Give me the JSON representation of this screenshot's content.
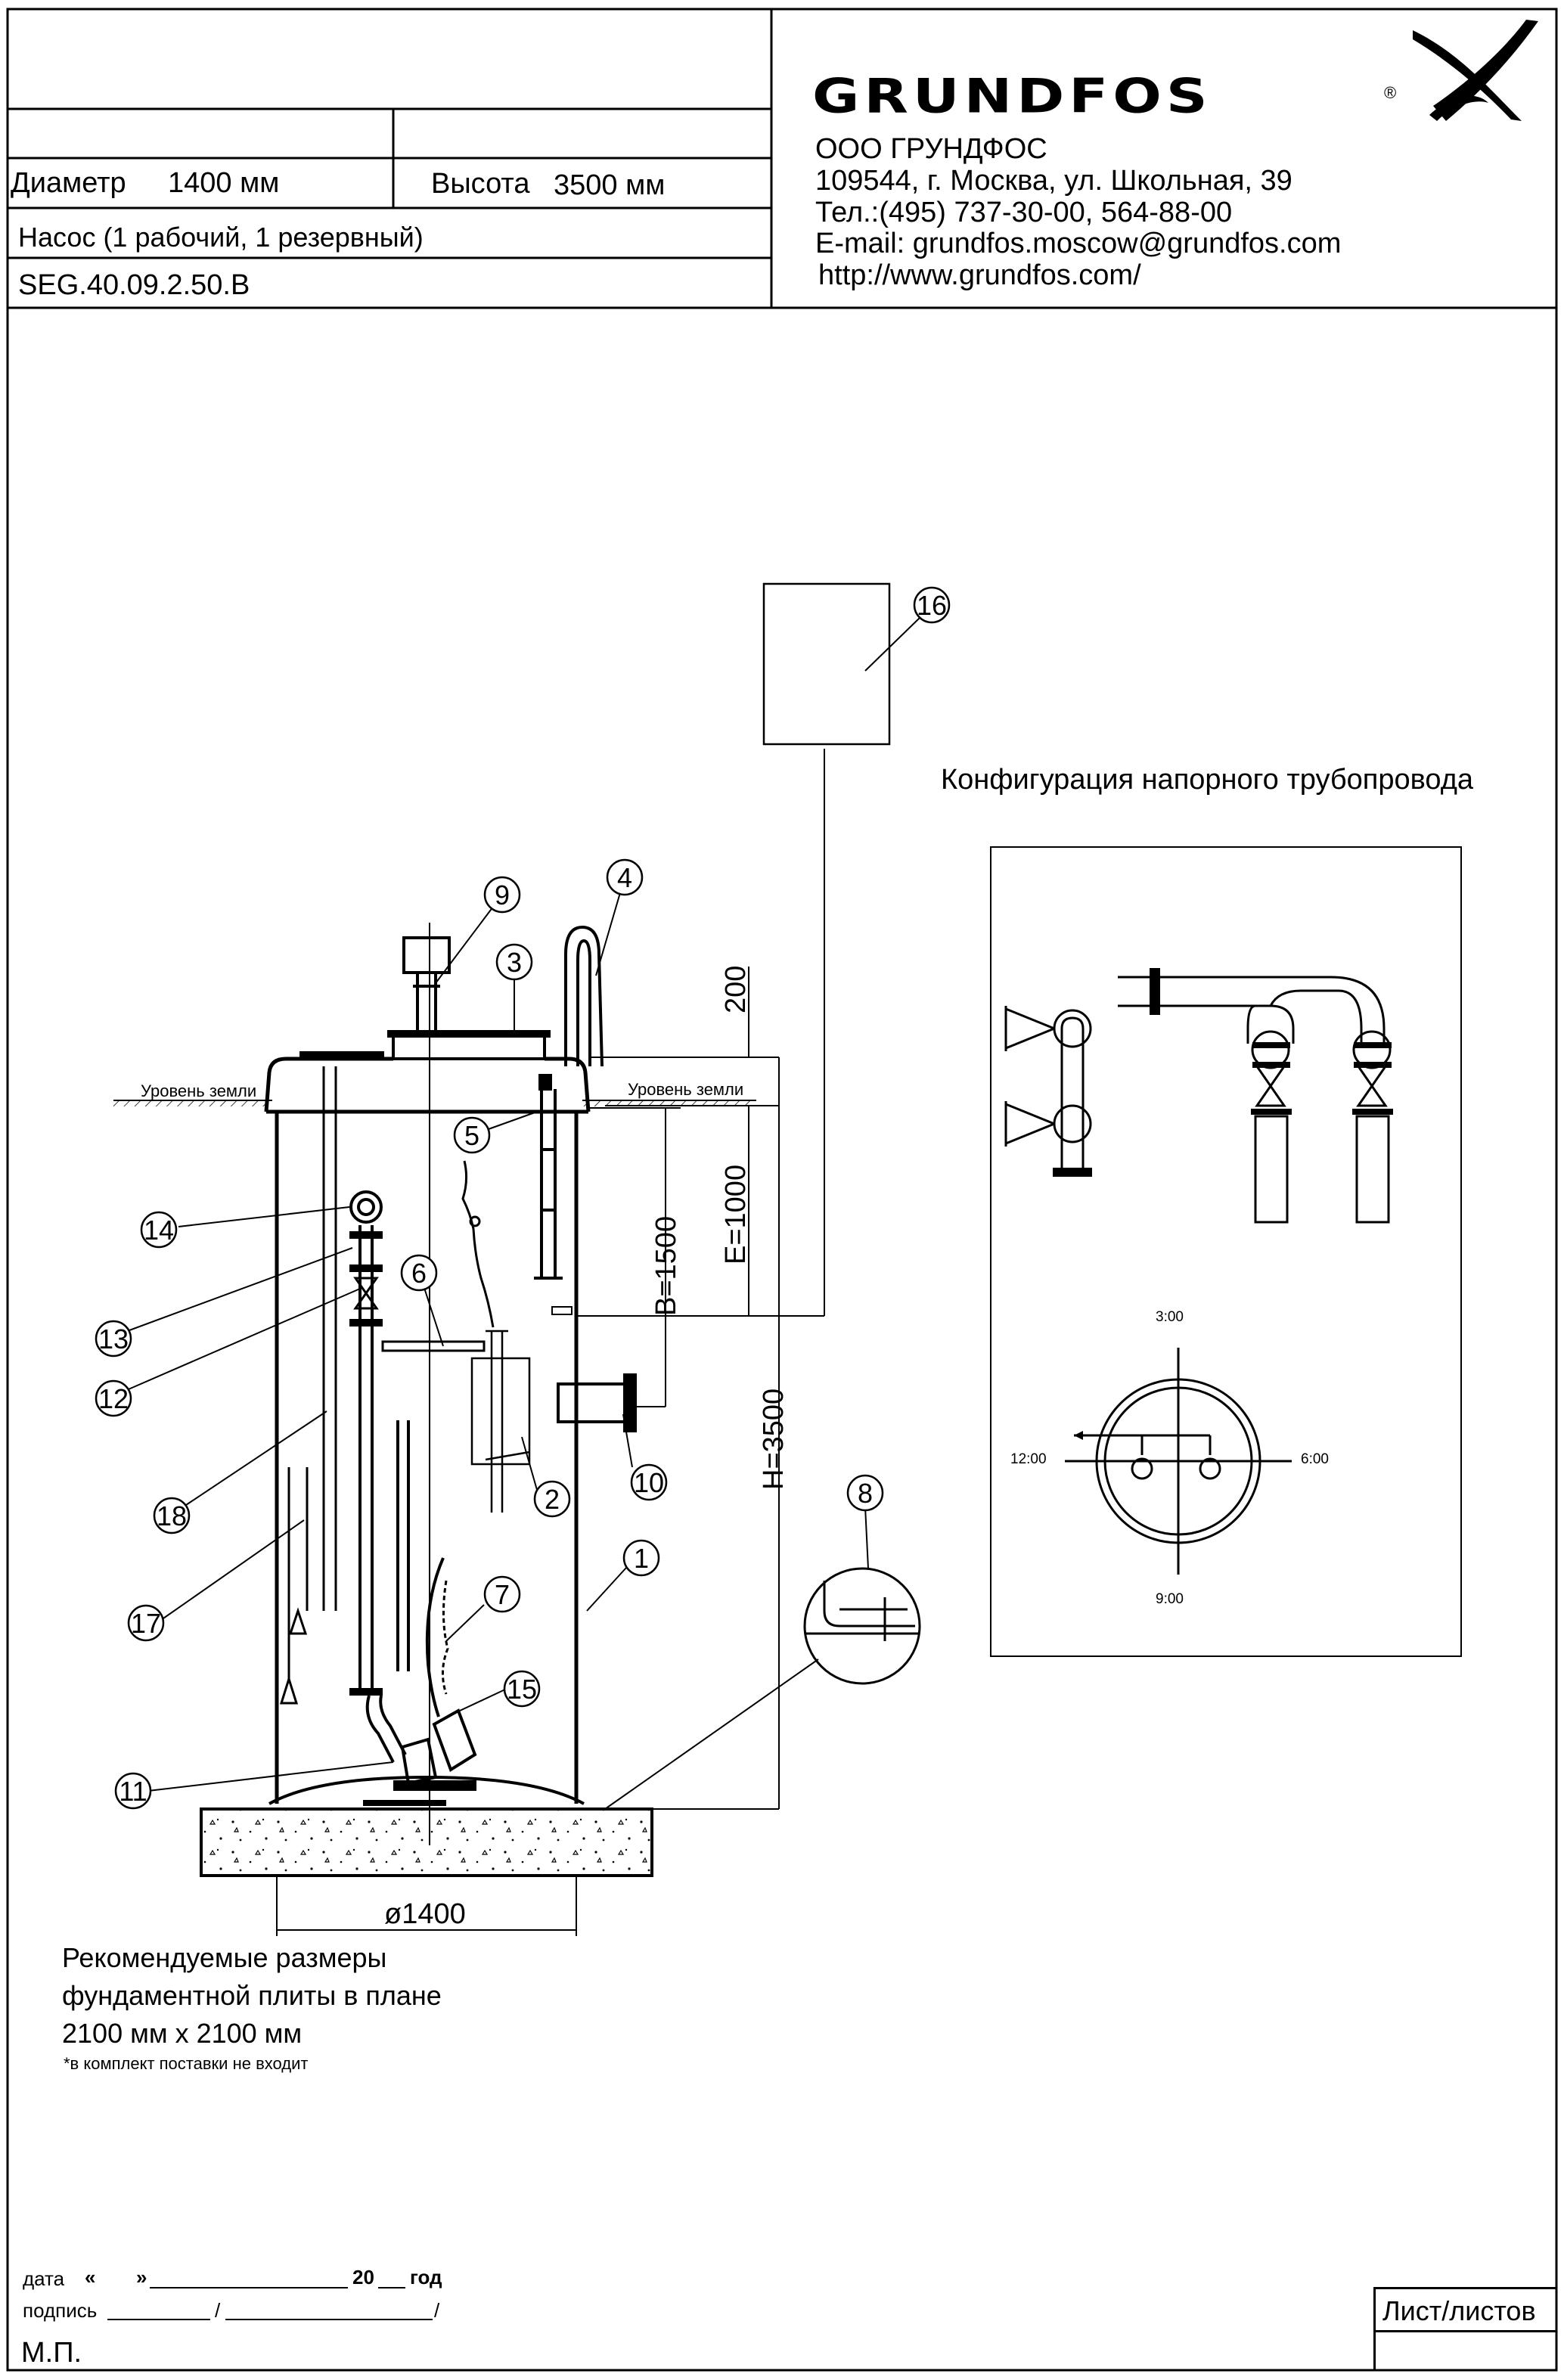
{
  "title_block": {
    "diameter_label": "Диаметр",
    "diameter_value": "1400 мм",
    "height_label": "Высота",
    "height_value": "3500 мм",
    "pump_config": "Насос (1 рабочий, 1 резервный)",
    "model_code": "SEG.40.09.2.50.B"
  },
  "company": {
    "logo_text": "GRUNDFOS",
    "registered_mark": "®",
    "name": "ООО ГРУНДФОС",
    "address": "109544, г. Москва, ул. Школьная, 39",
    "phone": "Тел.:(495) 737-30-00, 564-88-00",
    "email": "E-mail: grundfos.moscow@grundfos.com",
    "website": "http://www.grundfos.com/"
  },
  "drawing": {
    "ground_level_left": "Уровень земли",
    "ground_level_right": "Уровень земли",
    "dim_200": "200",
    "dim_e": "E=1000",
    "dim_b": "B=1500",
    "dim_h": "H=3500",
    "dim_diameter": "ø1400",
    "callouts": [
      "1",
      "2",
      "3",
      "4",
      "5",
      "6",
      "7",
      "8",
      "9",
      "10",
      "11",
      "12",
      "13",
      "14",
      "15",
      "16",
      "17",
      "18"
    ]
  },
  "pipeline": {
    "title": "Конфигурация напорного трубопровода",
    "clock_top": "3:00",
    "clock_left": "12:00",
    "clock_right": "6:00",
    "clock_bottom": "9:00"
  },
  "foundation_note": {
    "line1": "Рекомендуемые размеры",
    "line2": "фундаментной плиты в плане",
    "line3": "2100 мм х 2100 мм",
    "footnote": "*в комплект поставки не входит"
  },
  "signature": {
    "date_label": "дата",
    "quote_open": "«",
    "quote_close": "»",
    "year_prefix": "20",
    "year_label": "год",
    "sign_label": "подпись",
    "slash1": "/",
    "slash2": "/",
    "stamp": "М.П."
  },
  "sheet_box": {
    "label": "Лист/листов"
  }
}
